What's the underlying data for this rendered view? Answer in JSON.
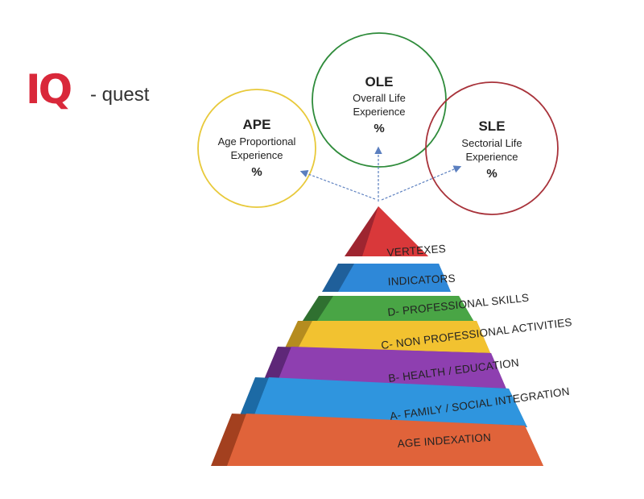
{
  "logo": {
    "mark": "IQ",
    "suffix": "- quest",
    "color": "#d9283a"
  },
  "circles": {
    "ape": {
      "title": "APE",
      "line1": "Age Proportional",
      "line2": "Experience",
      "percent": "%",
      "color": "#e8c93a"
    },
    "ole": {
      "title": "OLE",
      "line1": "Overall Life",
      "line2": "Experience",
      "percent": "%",
      "color": "#2e8b3a"
    },
    "sle": {
      "title": "SLE",
      "line1": "Sectorial Life",
      "line2": "Experience",
      "percent": "%",
      "color": "#a8323a"
    }
  },
  "pyramid": {
    "tiers": [
      {
        "label": "VERTEXES",
        "color": "#d9383a"
      },
      {
        "label": "INDICATORS",
        "color": "#2e88d8"
      },
      {
        "label": "D- PROFESSIONAL SKILLS",
        "color": "#49a545"
      },
      {
        "label": "C- NON PROFESSIONAL ACTIVITIES",
        "color": "#f2c230"
      },
      {
        "label": "B- HEALTH / EDUCATION",
        "color": "#8e3fb0"
      },
      {
        "label": "A- FAMILY / SOCIAL  INTEGRATION",
        "color": "#2f95de"
      },
      {
        "label": "AGE INDEXATION",
        "color": "#e0633a"
      }
    ]
  },
  "arrow_color": "#5b7fbf"
}
